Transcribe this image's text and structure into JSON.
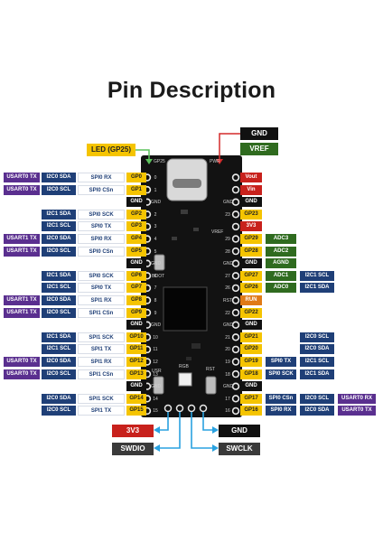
{
  "title": "Pin Description",
  "colors": {
    "uart": "#5a2f8f",
    "i2c": "#1f3f77",
    "spi_box": "#ffffff",
    "gp": "#f5c400",
    "gnd": "#111111",
    "power": "#c8211c",
    "adc": "#2f6b1f",
    "run": "#e07a17",
    "swd": "#3a3a3a"
  },
  "header_labels": {
    "gnd": "GND",
    "vref": "VREF",
    "led": "LED (GP25)"
  },
  "left_rows": [
    [
      "USART0 TX",
      "I2C0 SDA",
      "SPI0 RX",
      "GP0"
    ],
    [
      "USART0 TX",
      "I2C0 SCL",
      "SPI0 CSn",
      "GP1"
    ],
    [
      "",
      "",
      "",
      "GND"
    ],
    [
      "",
      "I2C1 SDA",
      "SPI0 SCK",
      "GP2"
    ],
    [
      "",
      "I2C1 SCL",
      "SPI0 TX",
      "GP3"
    ],
    [
      "USART1 TX",
      "I2C0 SDA",
      "SPI0 RX",
      "GP4"
    ],
    [
      "USART1 TX",
      "I2C0 SCL",
      "SPI0 CSn",
      "GP5"
    ],
    [
      "",
      "",
      "",
      "GND"
    ],
    [
      "",
      "I2C1 SDA",
      "SPI0 SCK",
      "GP6"
    ],
    [
      "",
      "I2C1 SCL",
      "SPI0 TX",
      "GP7"
    ],
    [
      "USART1 TX",
      "I2C0 SDA",
      "SPI1 RX",
      "GP8"
    ],
    [
      "USART1 TX",
      "I2C0 SCL",
      "SPI1 CSn",
      "GP9"
    ],
    [
      "",
      "",
      "",
      "GND"
    ],
    [
      "",
      "I2C1 SDA",
      "SPI1 SCK",
      "GP10"
    ],
    [
      "",
      "I2C1 SCL",
      "SPI1 TX",
      "GP11"
    ],
    [
      "USART0 TX",
      "I2C0 SDA",
      "SPI1 RX",
      "GP12"
    ],
    [
      "USART0 TX",
      "I2C0 SCL",
      "SPI1 CSn",
      "GP13"
    ],
    [
      "",
      "",
      "",
      "GND"
    ],
    [
      "",
      "I2C0 SDA",
      "SPI1 SCK",
      "GP14"
    ],
    [
      "",
      "I2C0 SCL",
      "SPI1 TX",
      "GP15"
    ]
  ],
  "right_rows": [
    [
      "Vout",
      "",
      "",
      ""
    ],
    [
      "Vin",
      "",
      "",
      ""
    ],
    [
      "GND",
      "",
      "",
      ""
    ],
    [
      "GP23",
      "",
      "",
      ""
    ],
    [
      "3V3",
      "",
      "",
      ""
    ],
    [
      "GP29",
      "ADC3",
      "",
      ""
    ],
    [
      "GP28",
      "ADC2",
      "",
      ""
    ],
    [
      "GND",
      "AGND",
      "",
      ""
    ],
    [
      "GP27",
      "ADC1",
      "I2C1 SCL",
      ""
    ],
    [
      "GP26",
      "ADC0",
      "I2C1 SDA",
      ""
    ],
    [
      "RUN",
      "",
      "",
      ""
    ],
    [
      "GP22",
      "",
      "",
      ""
    ],
    [
      "GND",
      "",
      "",
      ""
    ],
    [
      "GP21",
      "",
      "I2C0 SCL",
      ""
    ],
    [
      "GP20",
      "",
      "I2C0 SDA",
      ""
    ],
    [
      "GP19",
      "SPI0 TX",
      "I2C1 SCL",
      ""
    ],
    [
      "GP18",
      "SPI0 SCK",
      "I2C1 SDA",
      ""
    ],
    [
      "GND",
      "",
      "",
      ""
    ],
    [
      "GP17",
      "SPI0 CSn",
      "I2C0 SCL",
      "USART0 RX"
    ],
    [
      "GP16",
      "SPI0 RX",
      "I2C0 SDA",
      "USART0 TX"
    ]
  ],
  "board": {
    "top_silk": "GP25",
    "pwr_silk": "PWR",
    "boot": "BOOT",
    "usr": "USR",
    "rst": "RST",
    "rgb": "RGB",
    "vref_silk": "VREF",
    "left_pin_numbers": [
      "0",
      "1",
      "GND",
      "2",
      "3",
      "4",
      "5",
      "GND",
      "6",
      "7",
      "8",
      "9",
      "GND",
      "10",
      "11",
      "12",
      "13",
      "GND",
      "14",
      "15"
    ],
    "right_pin_numbers": [
      "",
      "",
      "GND",
      "23",
      "",
      "29",
      "28",
      "GND",
      "27",
      "26",
      "RST",
      "22",
      "GND",
      "21",
      "20",
      "19",
      "18",
      "GND",
      "17",
      "16"
    ]
  },
  "bottom_labels": {
    "v3": "3V3",
    "gnd": "GND",
    "swdio": "SWDIO",
    "swclk": "SWCLK"
  }
}
